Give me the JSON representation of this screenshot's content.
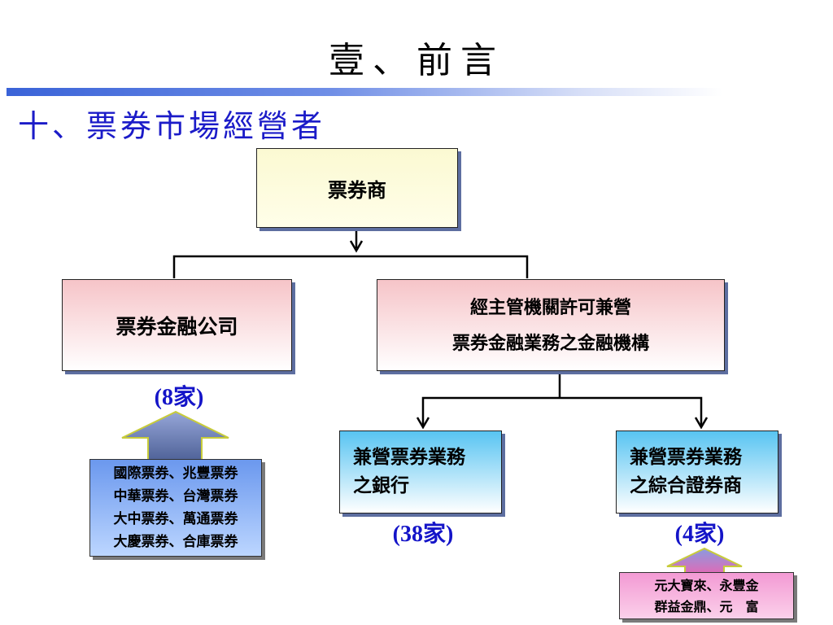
{
  "slide": {
    "title": "壹、前言",
    "subtitle": "十、票券市場經營者"
  },
  "org": {
    "root": "票券商",
    "bills_finance_company": "票券金融公司",
    "approved_institution": [
      "經主管機關許可兼營",
      "票券金融業務之金融機構"
    ],
    "banks": [
      "兼營票券業務",
      "之銀行"
    ],
    "securities_firms": [
      "兼營票券業務",
      "之綜合證券商"
    ]
  },
  "counts": {
    "bills_finance_company": "(8家)",
    "banks": "(38家)",
    "securities_firms": "(4家)"
  },
  "members": {
    "bills_finance_company": [
      "國際票券、兆豐票券",
      "中華票券、台灣票券",
      "大中票券、萬通票券",
      "大慶票券、合庫票券"
    ],
    "securities_firms": [
      "元大寶來、永豐金",
      "群益金鼎、元　富"
    ]
  },
  "colors": {
    "subtitle": "#1b1bc8",
    "count_text": "#1414c8",
    "root_fill": "#fbf9d2",
    "pink_fill": "#f6c4c8",
    "blue_fill": "#58c4f2",
    "left_arrow_fill": "#6b7fb2",
    "left_members_fill": "#6b98ee",
    "right_members_fill": "#f39ad4"
  }
}
